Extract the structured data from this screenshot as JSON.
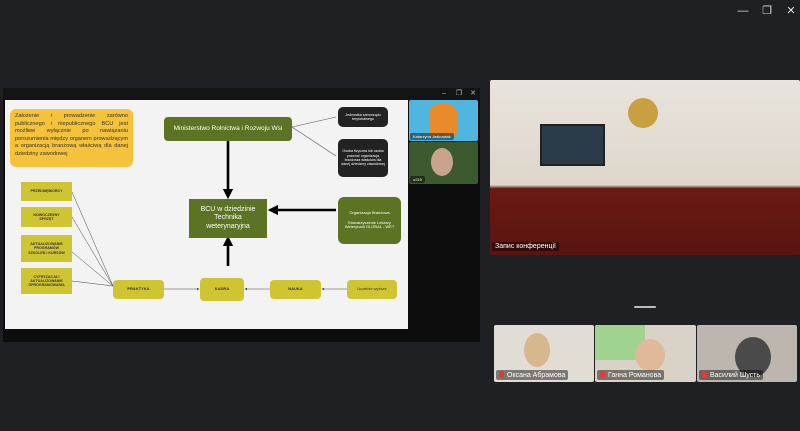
{
  "window": {
    "minimize": "—",
    "restore": "❐",
    "close": "✕"
  },
  "share": {
    "controls": [
      "–",
      "❐",
      "✕"
    ]
  },
  "slide": {
    "note": "Założenie i prowadzenie zarówno publicznego i niepublicznego BCU jest możliwe wyłącznie po nawiązaniu porozumienia między organem prowadzącym a organizacją branżową właściwą dla danej dziedziny zawodowej",
    "ministry": "Ministerstwo Rolnictwa i Rozwoju Wsi",
    "jednostka": "Jednostka samorządu terytorialnego",
    "osoba": "Osoba fizyczna lub osoba prawna/ organizacja branżowa właściwa dla danej dziedziny zawodowej",
    "bcu": "BCU w dziedzinie Technika weterynaryjna",
    "org_title": "Organizacja Branżowa",
    "org_name": "Stowarzyszenie Lekarzy Weterynarii GLOBAL - WET",
    "left": [
      "PRZEDSIĘBIORCY",
      "NOWOCZESNY SPRZĘT",
      "AKTUALIZOWANIE PROGRAMÓW SZKOLEŃ I KURSÓW",
      "CYFRYZACJA I AKTUALIZOWANIE OPROGRAMOWANIA"
    ],
    "praktyka": "PRAKTYKA",
    "kadra": "KADRA",
    "nauka": "NAUKA",
    "uczelnie": "Uczelnie wyższe"
  },
  "side_videos": [
    {
      "name": "Katarzyna Jaśkowiak"
    },
    {
      "name": "u219"
    }
  ],
  "conference": {
    "label": "Запис конференції"
  },
  "participants": [
    {
      "name": "Оксана Абрамова"
    },
    {
      "name": "Ганна Романова"
    },
    {
      "name": "Василий Шусть"
    }
  ]
}
